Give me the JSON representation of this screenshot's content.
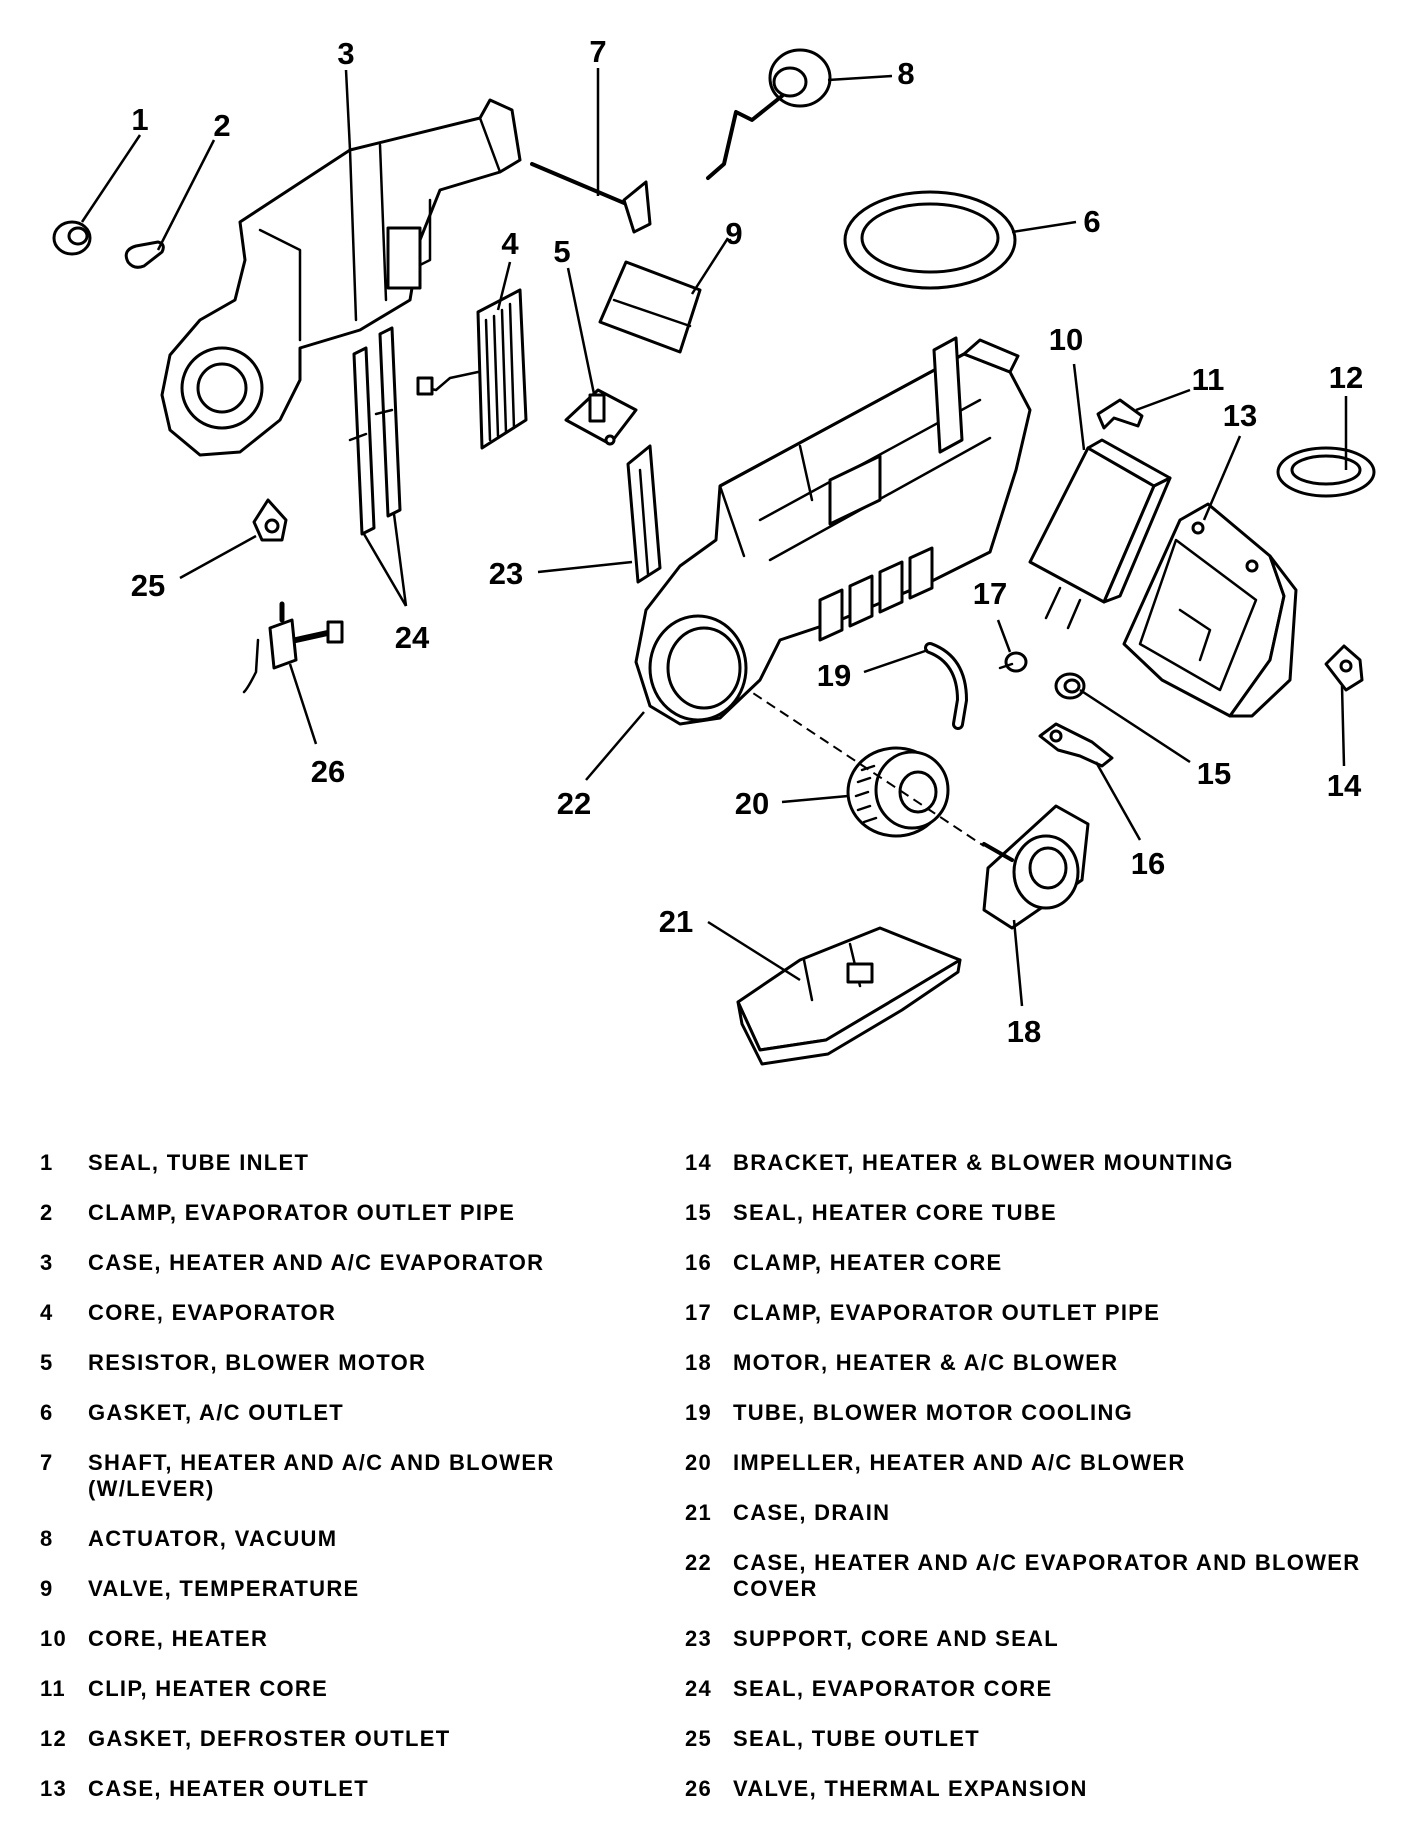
{
  "callouts": [
    "1",
    "2",
    "3",
    "4",
    "5",
    "6",
    "7",
    "8",
    "9",
    "10",
    "11",
    "12",
    "13",
    "14",
    "15",
    "16",
    "17",
    "18",
    "19",
    "20",
    "21",
    "22",
    "23",
    "24",
    "25",
    "26"
  ],
  "legend": {
    "left": [
      {
        "num": "1",
        "text": "SEAL, TUBE INLET"
      },
      {
        "num": "2",
        "text": "CLAMP, EVAPORATOR OUTLET PIPE"
      },
      {
        "num": "3",
        "text": "CASE, HEATER AND A/C EVAPORATOR"
      },
      {
        "num": "4",
        "text": "CORE, EVAPORATOR"
      },
      {
        "num": "5",
        "text": "RESISTOR, BLOWER MOTOR"
      },
      {
        "num": "6",
        "text": "GASKET, A/C OUTLET"
      },
      {
        "num": "7",
        "text": "SHAFT, HEATER AND A/C AND BLOWER (W/LEVER)"
      },
      {
        "num": "8",
        "text": "ACTUATOR, VACUUM"
      },
      {
        "num": "9",
        "text": "VALVE, TEMPERATURE"
      },
      {
        "num": "10",
        "text": "CORE, HEATER"
      },
      {
        "num": "11",
        "text": "CLIP, HEATER CORE"
      },
      {
        "num": "12",
        "text": "GASKET, DEFROSTER OUTLET"
      },
      {
        "num": "13",
        "text": "CASE, HEATER OUTLET"
      }
    ],
    "right": [
      {
        "num": "14",
        "text": "BRACKET, HEATER & BLOWER MOUNTING"
      },
      {
        "num": "15",
        "text": "SEAL, HEATER CORE TUBE"
      },
      {
        "num": "16",
        "text": "CLAMP, HEATER CORE"
      },
      {
        "num": "17",
        "text": "CLAMP, EVAPORATOR OUTLET PIPE"
      },
      {
        "num": "18",
        "text": "MOTOR, HEATER & A/C BLOWER"
      },
      {
        "num": "19",
        "text": "TUBE, BLOWER MOTOR COOLING"
      },
      {
        "num": "20",
        "text": "IMPELLER, HEATER AND A/C BLOWER"
      },
      {
        "num": "21",
        "text": "CASE, DRAIN"
      },
      {
        "num": "22",
        "text": "CASE, HEATER AND A/C EVAPORATOR AND BLOWER COVER"
      },
      {
        "num": "23",
        "text": "SUPPORT, CORE AND SEAL"
      },
      {
        "num": "24",
        "text": "SEAL, EVAPORATOR CORE"
      },
      {
        "num": "25",
        "text": "SEAL, TUBE OUTLET"
      },
      {
        "num": "26",
        "text": "VALVE, THERMAL EXPANSION"
      }
    ]
  }
}
